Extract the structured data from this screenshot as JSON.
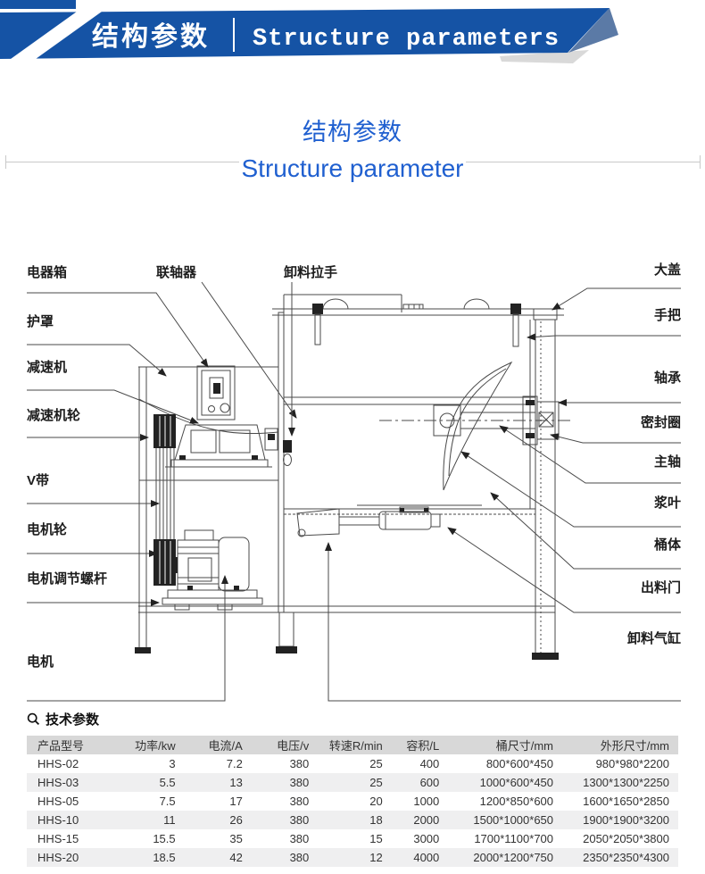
{
  "banner": {
    "title_cn": "结构参数",
    "title_en": "Structure parameters"
  },
  "section_title": {
    "cn": "结构参数",
    "en": "Structure parameter"
  },
  "diagram": {
    "labels_left": [
      "电器箱",
      "护罩",
      "减速机",
      "减速机轮",
      "V带",
      "电机轮",
      "电机调节螺杆",
      "电机"
    ],
    "labels_top": [
      "联轴器",
      "卸料拉手"
    ],
    "labels_right": [
      "大盖",
      "手把",
      "轴承",
      "密封圈",
      "主轴",
      "浆叶",
      "桶体",
      "出料门",
      "卸料气缸"
    ]
  },
  "table": {
    "title": "技术参数",
    "headers": [
      "产品型号",
      "功率/kw",
      "电流/A",
      "电压/v",
      "转速R/min",
      "容积/L",
      "桶尺寸/mm",
      "外形尺寸/mm"
    ],
    "rows": [
      [
        "HHS-02",
        "3",
        "7.2",
        "380",
        "25",
        "400",
        "800*600*450",
        "980*980*2200"
      ],
      [
        "HHS-03",
        "5.5",
        "13",
        "380",
        "25",
        "600",
        "1000*600*450",
        "1300*1300*2250"
      ],
      [
        "HHS-05",
        "7.5",
        "17",
        "380",
        "20",
        "1000",
        "1200*850*600",
        "1600*1650*2850"
      ],
      [
        "HHS-10",
        "11",
        "26",
        "380",
        "18",
        "2000",
        "1500*1000*650",
        "1900*1900*3200"
      ],
      [
        "HHS-15",
        "15.5",
        "35",
        "380",
        "15",
        "3000",
        "1700*1100*700",
        "2050*2050*3800"
      ],
      [
        "HHS-20",
        "18.5",
        "42",
        "380",
        "12",
        "4000",
        "2000*1200*750",
        "2350*2350*4300"
      ]
    ]
  },
  "colors": {
    "banner_blue": "#1553a5",
    "banner_fold": "#5b7aa6",
    "title_blue": "#2060d0",
    "table_header_gray": "#d8d8d8",
    "table_alt_gray": "#efeff0"
  }
}
